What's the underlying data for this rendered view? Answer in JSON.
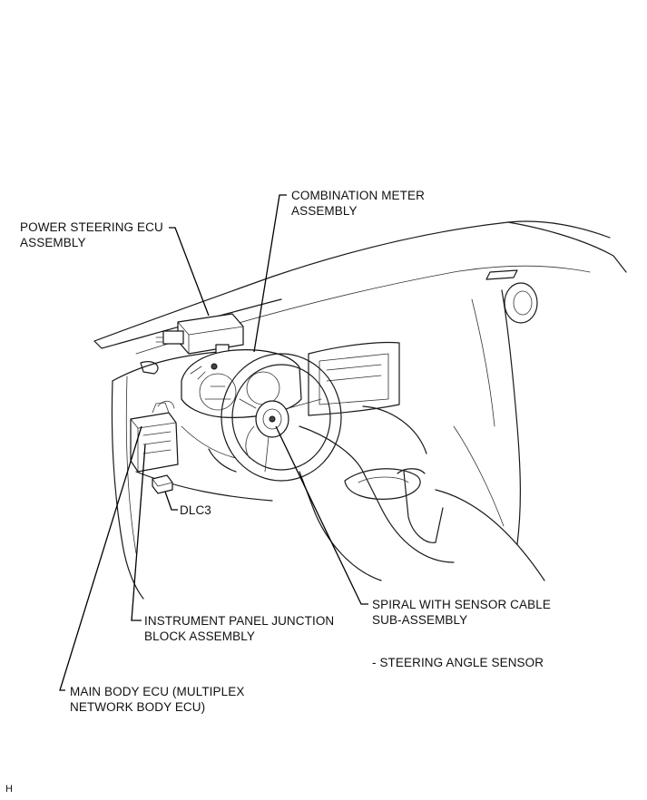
{
  "labels": {
    "combination_meter": [
      "COMBINATION METER",
      "ASSEMBLY"
    ],
    "power_steering_ecu": [
      "POWER STEERING ECU",
      "ASSEMBLY"
    ],
    "dlc3": "DLC3",
    "spiral_cable": [
      "SPIRAL WITH SENSOR CABLE",
      "SUB-ASSEMBLY"
    ],
    "instrument_panel_junction": [
      "INSTRUMENT PANEL JUNCTION",
      "BLOCK ASSEMBLY"
    ],
    "steering_angle_sensor": "- STEERING ANGLE SENSOR",
    "main_body_ecu": [
      "MAIN BODY ECU (MULTIPLEX",
      "NETWORK BODY ECU)"
    ],
    "corner_mark": "H"
  }
}
